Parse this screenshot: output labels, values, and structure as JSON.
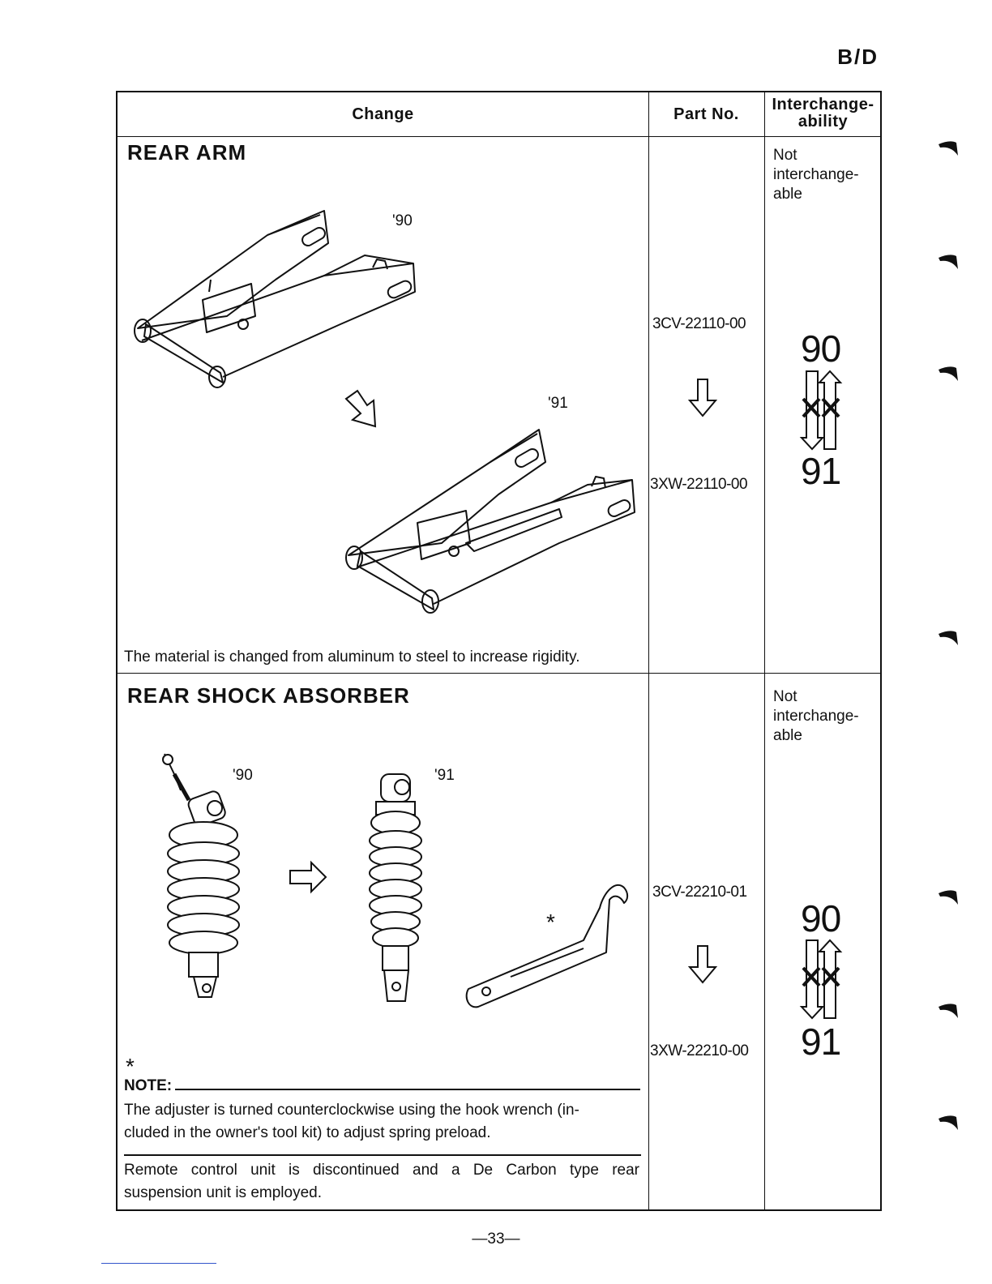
{
  "corner_mark": "B/D",
  "table": {
    "headers": {
      "change": "Change",
      "part_no": "Part No.",
      "interchange_line1": "Interchange-",
      "interchange_line2": "ability"
    },
    "rows": [
      {
        "title": "REAR ARM",
        "year_old": "'90",
        "year_new": "'91",
        "description": "The material is changed from aluminum to steel to increase rigidity.",
        "part_old": "3CV-22110-00",
        "part_new": "3XW-22110-00",
        "interchange_line1": "Not",
        "interchange_line2": "interchange-",
        "interchange_line3": "able",
        "big_old": "90",
        "big_new": "91"
      },
      {
        "title": "REAR SHOCK ABSORBER",
        "year_old": "'90",
        "year_new": "'91",
        "star": "*",
        "note_label": "NOTE:",
        "note_line1": "The adjuster is turned counterclockwise using the hook wrench (in-",
        "note_line2": "cluded in the owner's tool kit) to adjust spring preload.",
        "description_line1": "Remote control unit is discontinued and a De Carbon type rear",
        "description_line2": "suspension unit is employed.",
        "part_old": "3CV-22210-01",
        "part_new": "3XW-22210-00",
        "interchange_line1": "Not",
        "interchange_line2": "interchange-",
        "interchange_line3": "able",
        "big_old": "90",
        "big_new": "91"
      }
    ]
  },
  "page_number": "—33—"
}
